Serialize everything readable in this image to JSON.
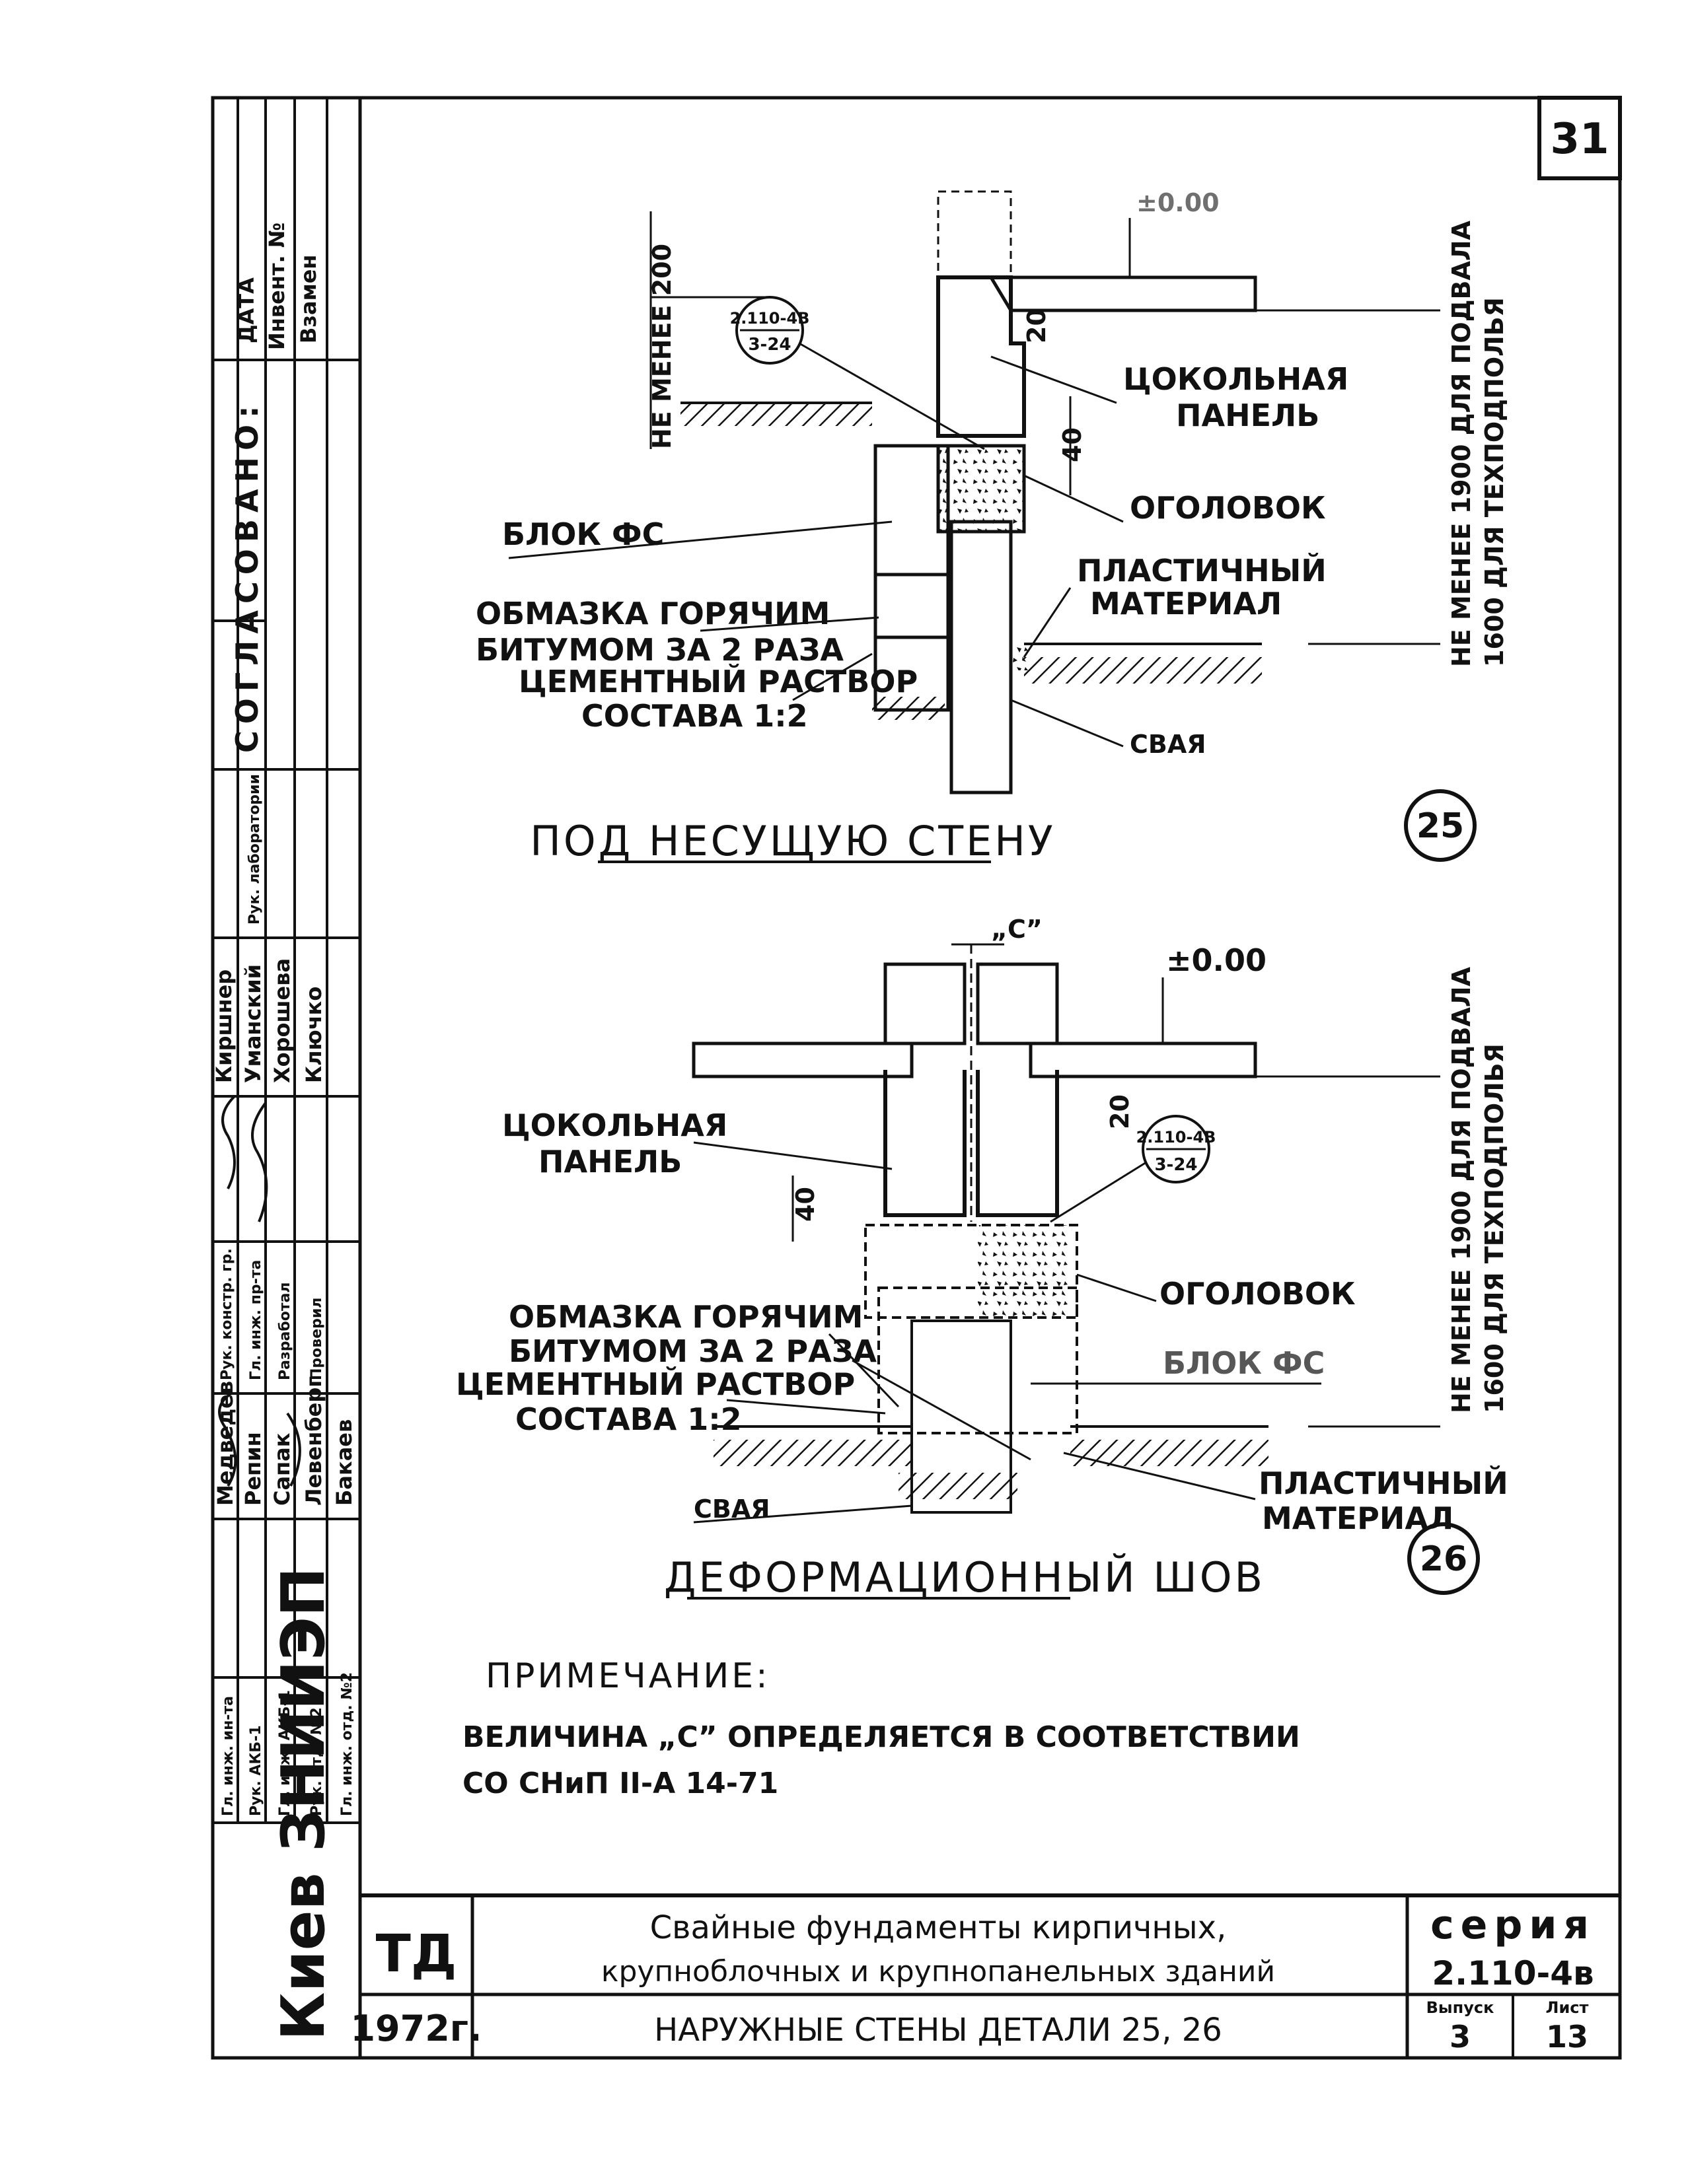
{
  "sheet": {
    "sheet_no": "31",
    "note_title": "ПРИМЕЧАНИЕ:",
    "note_line1": "ВЕЛИЧИНА „С” ОПРЕДЕЛЯЕТСЯ   В СООТВЕТСТВИИ",
    "note_line2": "СО СНиП II-А 14-71"
  },
  "detail25": {
    "title": "ПОД НЕСУЩУЮ СТЕНУ",
    "number": "25",
    "dim_top": "±0.00",
    "dim_20": "20",
    "dim_40": "40",
    "dim_min200": "НЕ МЕНЕЕ 200",
    "ref_top": "2.110-4В",
    "ref_bottom": "3-24",
    "label_panel_1": "ЦОКОЛЬНАЯ",
    "label_panel_2": "ПАНЕЛЬ",
    "label_cap": "ОГОЛОВОК",
    "label_block": "БЛОК ФС",
    "label_plastic_1": "ПЛАСТИЧНЫЙ",
    "label_plastic_2": "МАТЕРИАЛ",
    "label_coat_1": "ОБМАЗКА ГОРЯЧИМ",
    "label_coat_2": "БИТУМОМ ЗА 2 РАЗА",
    "label_mortar_1": "ЦЕМЕНТНЫЙ РАСТВОР",
    "label_mortar_2": "СОСТАВА 1:2",
    "label_pile": "СВАЯ",
    "side_1": "НЕ МЕНЕЕ 1900 ДЛЯ ПОДВАЛА",
    "side_2": "1600 ДЛЯ ТЕХПОДПОЛЬЯ"
  },
  "detail26": {
    "title": "ДЕФОРМАЦИОННЫЙ ШОВ",
    "number": "26",
    "dim_c": "„С”",
    "dim_top": "±0.00",
    "dim_20": "20",
    "dim_40": "40",
    "ref_top": "2.110-4В",
    "ref_bottom": "3-24",
    "label_panel_1": "ЦОКОЛЬНАЯ",
    "label_panel_2": "ПАНЕЛЬ",
    "label_cap": "ОГОЛОВОК",
    "label_block": "БЛОК ФС",
    "label_coat_1": "ОБМАЗКА ГОРЯЧИМ",
    "label_coat_2": "БИТУМОМ ЗА 2 РАЗА",
    "label_mortar_1": "ЦЕМЕНТНЫЙ РАСТВОР",
    "label_mortar_2": "СОСТАВА 1:2",
    "label_plastic_1": "ПЛАСТИЧНЫЙ",
    "label_plastic_2": "МАТЕРИАЛ",
    "label_pile": "СВАЯ",
    "side_1": "НЕ МЕНЕЕ 1900 ДЛЯ ПОДВАЛА",
    "side_2": "1600 ДЛЯ ТЕХПОДПОЛЬЯ"
  },
  "title_block": {
    "org": "Киев ЗНИИЭП",
    "code": "ТД",
    "year": "1972г.",
    "title_1": "Свайные    фундаменты    кирпичных,",
    "title_2": "крупноблочных    и    крупнопанельных  зданий",
    "subtitle": "НАРУЖНЫЕ  СТЕНЫ  ДЕТАЛИ 25, 26",
    "series_label": "серия",
    "series_value": "2.110-4в",
    "issue_label": "Выпуск",
    "issue_value": "3",
    "sheet_label": "Лист",
    "sheet_value": "13"
  },
  "stamp": {
    "agreed": "СОГЛАСОВАНО:",
    "date": "ДАТА",
    "inv": "Инвент. №",
    "replace": "Взамен",
    "lab_head": "Рук. лаборатории",
    "col_roles": [
      "Гл. инж. ин-та",
      "Рук. АКБ-1",
      "Гл. инж. АКБ-1",
      "Рук. отд. №2",
      "Гл. инж. отд. №2"
    ],
    "col_names": [
      "Медведев",
      "Репин",
      "Сапак",
      "Левенберг",
      "Бакаев"
    ],
    "col_roles2": [
      "Рук. констр. гр.",
      "Гл. инж. пр-та",
      "Разработал",
      "Проверил"
    ],
    "col_names2": [
      "Киршнер",
      "Уманский",
      "Хорошева",
      "Ключко"
    ]
  }
}
